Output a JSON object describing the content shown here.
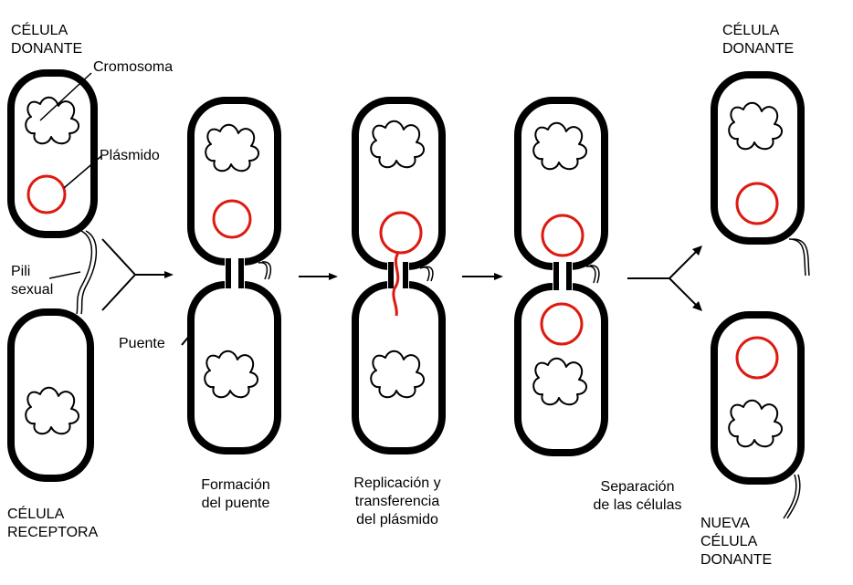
{
  "colors": {
    "outline": "#000000",
    "plasmid": "#dd1a10",
    "background": "#ffffff"
  },
  "labels": {
    "donor_top": "CÉLULA\nDONANTE",
    "chromosome": "Cromosoma",
    "plasmid": "Plásmido",
    "pili": "Pili\nsexual",
    "bridge": "Puente",
    "recipient": "CÉLULA\nRECEPTORA",
    "step_bridge": "Formación\ndel puente",
    "step_replication": "Replicación y\ntransferencia\ndel plásmido",
    "step_separation": "Separación\nde las células",
    "donor_right": "CÉLULA\nDONANTE",
    "new_donor": "NUEVA\nCÉLULA\nDONANTE"
  }
}
